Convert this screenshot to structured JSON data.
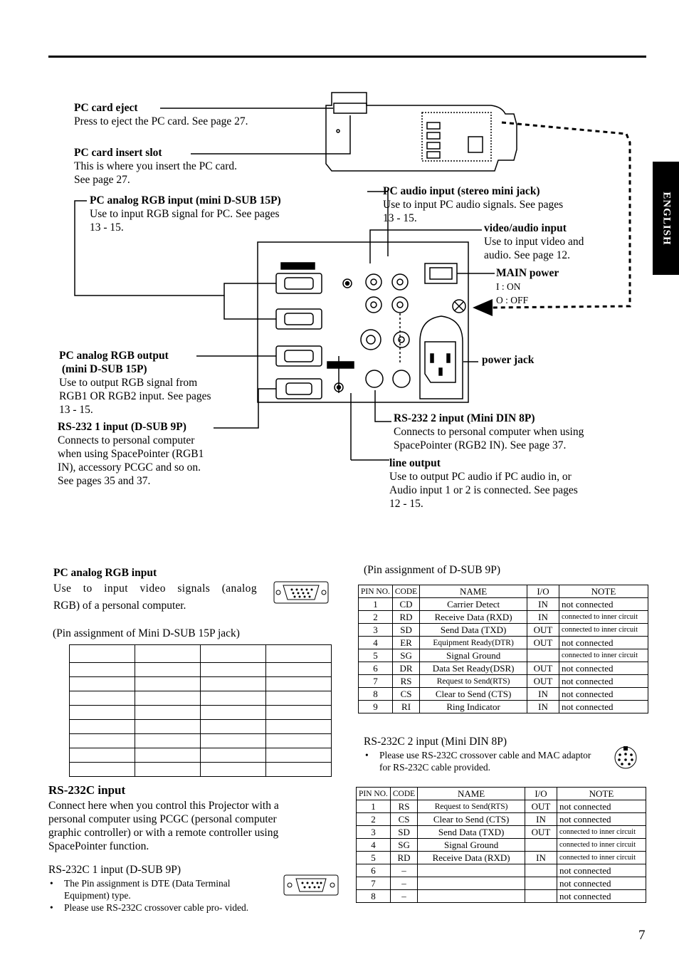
{
  "side_tab": "ENGLISH",
  "page_number": "7",
  "callouts": {
    "pc_card_eject": {
      "title": "PC card eject",
      "lines": [
        "Press to eject the PC card.  See page 27."
      ]
    },
    "pc_card_insert": {
      "title": "PC card insert slot",
      "lines": [
        "This is where you insert the PC card.",
        "See page 27."
      ]
    },
    "pc_analog_input": {
      "title": "PC analog RGB input (mini D-SUB 15P)",
      "lines": [
        "Use to input RGB signal for PC. See pages",
        "13 - 15."
      ]
    },
    "pc_audio_input": {
      "title": "PC audio input (stereo mini jack)",
      "lines": [
        "Use to input PC audio signals. See pages",
        "13 - 15."
      ]
    },
    "video_audio": {
      "title": "video/audio input",
      "lines": [
        "Use to input video and",
        "audio. See page 12."
      ]
    },
    "main_power": {
      "title": "MAIN power",
      "lines": [
        "I  : ON",
        "O : OFF"
      ]
    },
    "power_jack": {
      "title": "power jack"
    },
    "pc_analog_output": {
      "title": "PC analog RGB output",
      "title2": " (mini D-SUB 15P)",
      "lines": [
        "Use to output RGB signal from",
        "RGB1 OR RGB2 input. See pages",
        "13 - 15."
      ]
    },
    "rs232_1": {
      "title": "RS-232 1 input (D-SUB 9P)",
      "lines": [
        "Connects to personal computer",
        "when using SpacePointer (RGB1",
        "IN), accessory PCGC and so on.",
        "See pages 35 and 37."
      ]
    },
    "rs232_2": {
      "title": "RS-232 2 input (Mini DIN 8P)",
      "lines": [
        "Connects to personal computer when using",
        "SpacePointer (RGB2 IN). See page 37."
      ]
    },
    "line_output": {
      "title": "line output",
      "lines": [
        "Use to output PC audio if PC audio in, or",
        "Audio input 1 or 2 is connected. See pages",
        "12 - 15."
      ]
    }
  },
  "pc_analog_section": {
    "title": "PC analog RGB input",
    "text1": "Use to input video signals (analog",
    "text2": "RGB) of a personal computer.",
    "caption": "(Pin assignment of Mini D-SUB 15P jack)"
  },
  "rs232_section": {
    "title": "RS-232C input",
    "lines": [
      "Connect here when you control this Projector with a",
      "personal computer using PCGC (personal computer",
      "graphic controller) or with a remote controller using",
      "SpacePointer function."
    ],
    "sub1": "RS-232C 1 input (D-SUB 9P)",
    "bullets1": [
      "The Pin assignment is DTE (Data Terminal Equipment) type.",
      "Please use RS-232C crossover cable pro- vided."
    ]
  },
  "dsub9": {
    "caption": "(Pin assignment of D-SUB 9P)",
    "headers": [
      "PIN NO.",
      "CODE",
      "NAME",
      "I/O",
      "NOTE"
    ],
    "rows": [
      [
        "1",
        "CD",
        "Carrier Detect",
        "IN",
        "not connected"
      ],
      [
        "2",
        "RD",
        "Receive Data (RXD)",
        "IN",
        "connected to inner circuit"
      ],
      [
        "3",
        "SD",
        "Send Data (TXD)",
        "OUT",
        "connected to inner circuit"
      ],
      [
        "4",
        "ER",
        "Equipment Ready(DTR)",
        "OUT",
        "not connected"
      ],
      [
        "5",
        "SG",
        "Signal Ground",
        "",
        "connected to inner circuit"
      ],
      [
        "6",
        "DR",
        "Data Set Ready(DSR)",
        "OUT",
        "not connected"
      ],
      [
        "7",
        "RS",
        "Request to Send(RTS)",
        "OUT",
        "not connected"
      ],
      [
        "8",
        "CS",
        "Clear to Send (CTS)",
        "IN",
        "not connected"
      ],
      [
        "9",
        "RI",
        "Ring Indicator",
        "IN",
        "not connected"
      ]
    ]
  },
  "mindin": {
    "caption": "RS-232C 2 input (Mini DIN 8P)",
    "bullet": "Please use RS-232C crossover cable and MAC adaptor for RS-232C cable provided.",
    "headers": [
      "PIN NO.",
      "CODE",
      "NAME",
      "I/O",
      "NOTE"
    ],
    "rows": [
      [
        "1",
        "RS",
        "Request to Send(RTS)",
        "OUT",
        "not connected"
      ],
      [
        "2",
        "CS",
        "Clear to Send (CTS)",
        "IN",
        "not connected"
      ],
      [
        "3",
        "SD",
        "Send Data (TXD)",
        "OUT",
        "connected to inner circuit"
      ],
      [
        "4",
        "SG",
        "Signal Ground",
        "",
        "connected to inner circuit"
      ],
      [
        "5",
        "RD",
        "Receive Data (RXD)",
        "IN",
        "connected to inner circuit"
      ],
      [
        "6",
        "–",
        "",
        "",
        "not connected"
      ],
      [
        "7",
        "–",
        "",
        "",
        "not connected"
      ],
      [
        "8",
        "–",
        "",
        "",
        "not connected"
      ]
    ]
  }
}
